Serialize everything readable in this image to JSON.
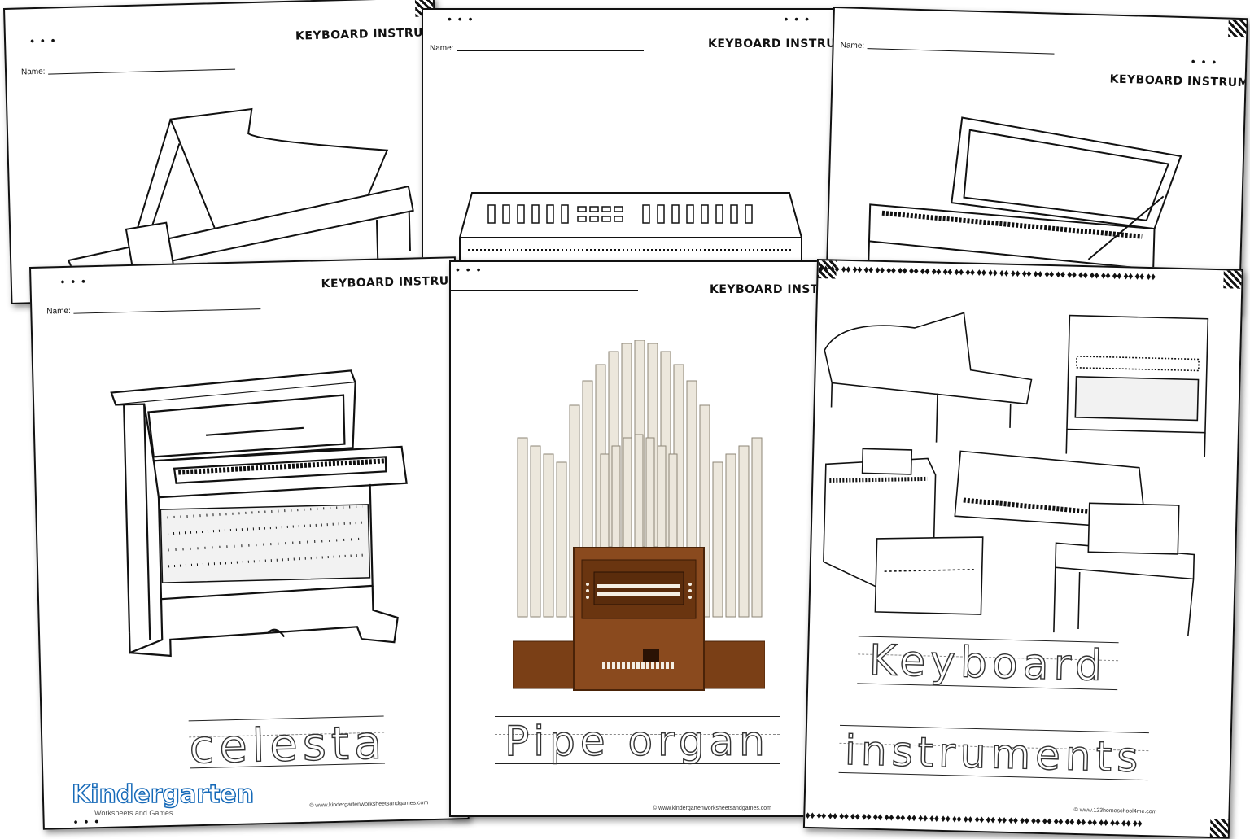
{
  "header_text": "KEYBOARD INSTRUMENT",
  "name_label": "Name:",
  "dots": "• • •",
  "sheets": {
    "celesta": {
      "trace_word": "celesta"
    },
    "pipe_organ": {
      "trace_word": "Pipe organ",
      "footer": "© www.kindergartenworksheetsandgames.com"
    },
    "collage": {
      "trace_word_1": "Keyboard",
      "trace_word_2": "instruments",
      "footer": "© www.123homeschool4me.com"
    }
  },
  "celesta_footer": "© www.kindergartenworksheetsandgames.com",
  "logo": {
    "title": "Kindergarten",
    "subtitle": "Worksheets and Games"
  },
  "colors": {
    "organ_wood": "#7a3f16",
    "organ_pipe": "#e9e4d8",
    "ink": "#111111"
  }
}
